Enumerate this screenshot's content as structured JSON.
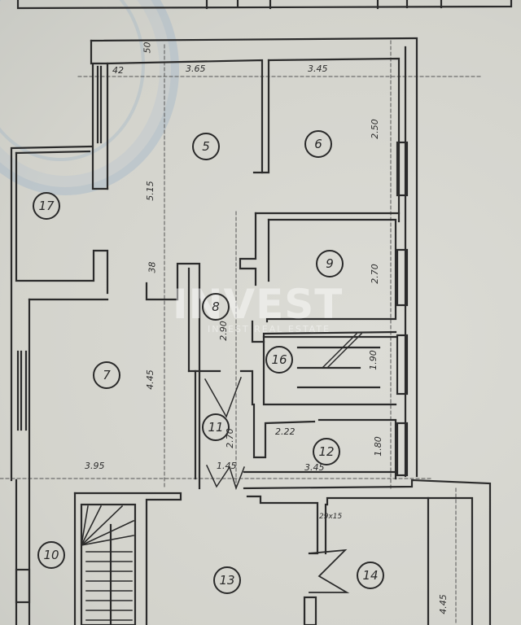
{
  "drawing": {
    "type": "architectural floor plan (hand-drawn, scanned)",
    "watermark": "INVEST",
    "watermark_sub": "INVEST REAL ESTATE"
  },
  "rooms": [
    {
      "number": "5"
    },
    {
      "number": "6"
    },
    {
      "number": "7"
    },
    {
      "number": "8"
    },
    {
      "number": "9"
    },
    {
      "number": "10"
    },
    {
      "number": "11"
    },
    {
      "number": "12"
    },
    {
      "number": "13"
    },
    {
      "number": "14"
    },
    {
      "number": "16"
    },
    {
      "number": "17"
    }
  ],
  "dimensions": {
    "top_wall_small": "42",
    "top_corner": "50",
    "room5_width": "3.65",
    "room6_width": "3.45",
    "room6_height": "2.50",
    "room5_height": "5.15",
    "wall_38": "38",
    "room9_height": "2.70",
    "room8_height": "2.90",
    "room16_height": "1.90",
    "room7_height": "4.45",
    "room7_width": "3.95",
    "room11_height": "2.70",
    "door_width": "1.45",
    "room12_width_top": "2.22",
    "room12_width_bottom": "3.45",
    "room12_height": "1.80",
    "room14_opening": "29x15",
    "room14_height": "4.45"
  }
}
